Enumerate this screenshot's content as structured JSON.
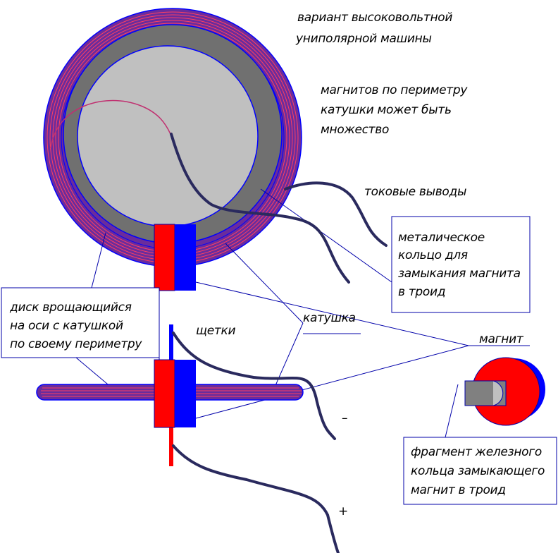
{
  "labels": {
    "title_line1": "вариант высоковольтной",
    "title_line2": "униполярной машины",
    "note_line1": "магнитов по периметру",
    "note_line2": "катушки может быть",
    "note_line3": "множество",
    "current_leads": "токовые выводы",
    "ring_line1": "металическое",
    "ring_line2": "кольцо для",
    "ring_line3": "замыкания магнита",
    "ring_line4": "в троид",
    "disk_line1": "диск врощающийся",
    "disk_line2": "на оси с катушкой",
    "disk_line3": "по своему периметру",
    "coil": "катушка",
    "brushes": "щетки",
    "magnet": "магнит",
    "fragment_line1": "фрагмент железного",
    "fragment_line2": "кольца замыкающего",
    "fragment_line3": "магнит в троид",
    "minus": "–",
    "plus": "+"
  },
  "colors": {
    "coil": "#7a2a9a",
    "coil_stripe": "#ff3030",
    "ring_gray": "#707070",
    "disk_light": "#c0c0c0",
    "magnet_north": "#ff0000",
    "magnet_south": "#0000ff",
    "wire": "#2a2a5e",
    "leader": "#0000aa"
  }
}
